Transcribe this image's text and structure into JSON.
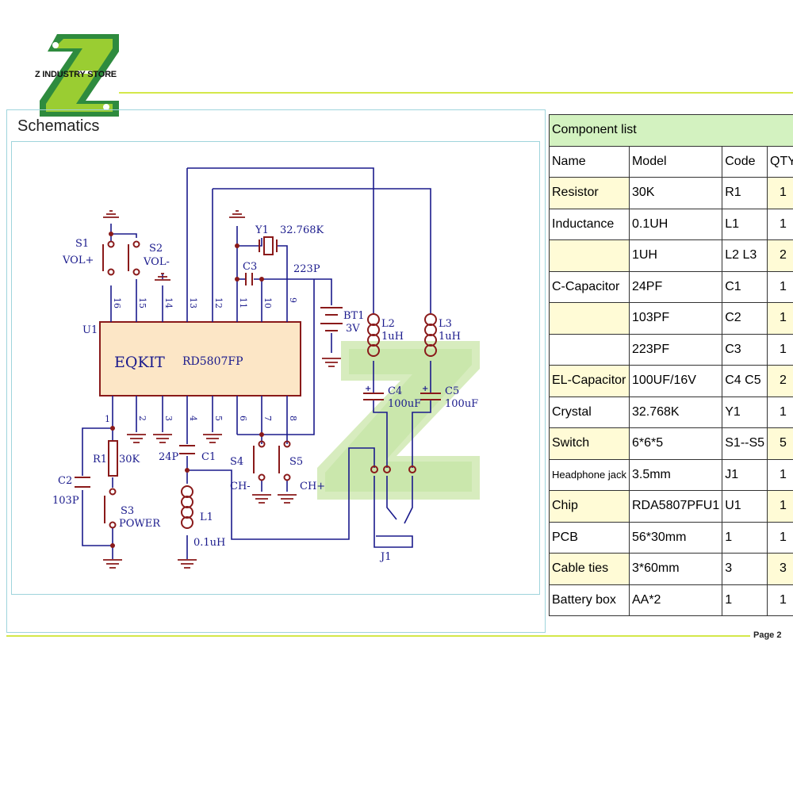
{
  "store": {
    "name": "Z INDUSTRY STORE"
  },
  "schematic": {
    "title": "Schematics",
    "chip_labels": [
      "EQKIT",
      "RD5807FP"
    ],
    "u1": "U1",
    "top_pins": [
      "16",
      "15",
      "14",
      "13",
      "12",
      "11",
      "10",
      "9"
    ],
    "bottom_pins": [
      "1",
      "2",
      "3",
      "4",
      "5",
      "6",
      "7",
      "8"
    ],
    "labels": {
      "s1": "S1",
      "s1_sub": "VOL+",
      "s2": "S2",
      "s2_sub": "VOL-",
      "y1": "Y1",
      "y1_val": "32.768K",
      "c3": "C3",
      "c3_val": "223P",
      "bt1": "BT1",
      "bt1_val": "3V",
      "l2": "L2",
      "l2_val": "1uH",
      "l3": "L3",
      "l3_val": "1uH",
      "c4": "C4",
      "c4_val": "100uF",
      "c5": "C5",
      "c5_val": "100uF",
      "r1": "R1",
      "r1_val": "30K",
      "c2": "C2",
      "c2_val": "103P",
      "s3": "S3",
      "s3_sub": "POWER",
      "c1_val": "24P",
      "c1": "C1",
      "l1": "L1",
      "l1_val": "0.1uH",
      "s4": "S4",
      "s4_sub": "CH-",
      "s5": "S5",
      "s5_sub": "CH+",
      "j1": "J1"
    }
  },
  "components": {
    "title": "Component list",
    "headers": [
      "Name",
      "Model",
      "Code",
      "QTY"
    ],
    "rows": [
      {
        "name": "Resistor",
        "model": "30K",
        "code": "R1",
        "qty": "1",
        "shade": "yellow"
      },
      {
        "name": "Inductance",
        "model": "0.1UH",
        "code": "L1",
        "qty": "1",
        "shade": "white"
      },
      {
        "name": "",
        "model": "1UH",
        "code": "L2  L3",
        "qty": "2",
        "shade": "yellow"
      },
      {
        "name": "C-Capacitor",
        "model": "24PF",
        "code": "C1",
        "qty": "1",
        "shade": "white"
      },
      {
        "name": "",
        "model": "103PF",
        "code": "C2",
        "qty": "1",
        "shade": "yellow"
      },
      {
        "name": "",
        "model": "223PF",
        "code": "C3",
        "qty": "1",
        "shade": "white"
      },
      {
        "name": "EL-Capacitor",
        "model": "100UF/16V",
        "code": "C4  C5",
        "qty": "2",
        "shade": "yellow"
      },
      {
        "name": "Crystal",
        "model": "32.768K",
        "code": "Y1",
        "qty": "1",
        "shade": "white"
      },
      {
        "name": "Switch",
        "model": "6*6*5",
        "code": "S1--S5",
        "qty": "5",
        "shade": "yellow"
      },
      {
        "name": "Headphone jack",
        "model": "3.5mm",
        "code": "J1",
        "qty": "1",
        "shade": "white"
      },
      {
        "name": "Chip",
        "model": "RDA5807PFU1",
        "code": "U1",
        "qty": "1",
        "shade": "yellow"
      },
      {
        "name": "PCB",
        "model": "56*30mm",
        "code": "1",
        "qty": "1",
        "shade": "white"
      },
      {
        "name": "Cable ties",
        "model": "3*60mm",
        "code": "3",
        "qty": "3",
        "shade": "yellow"
      },
      {
        "name": "Battery box",
        "model": " AA*2",
        "code": "1",
        "qty": "1",
        "shade": "white"
      }
    ]
  },
  "footer": {
    "page": "Page 2"
  },
  "colors": {
    "accent_line": "#d4e84a",
    "logo_green": "#2e8b3e",
    "logo_lime": "#9acd32",
    "wire": "#1a1a8c",
    "part": "#8a1a1a",
    "chip_fill": "#fce6c6"
  },
  "icons": [
    "z-logo-icon",
    "z-watermark-icon"
  ]
}
